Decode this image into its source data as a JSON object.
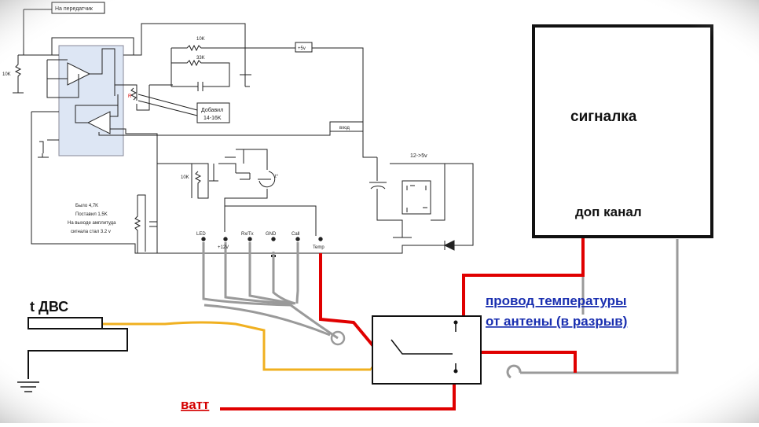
{
  "labels": {
    "transmitter": "На передатчик",
    "r_left": "10K",
    "r_top1": "10K",
    "r_top2": "33K",
    "v5_box": "+5v",
    "r_small": "R",
    "added_line1": "Добавил",
    "added_line2": "14-16K",
    "input": "вход",
    "reg": "12->5v",
    "r_mid": "10K",
    "t_mark": "t°",
    "note_line1": "Было 4,7K",
    "note_line2": "Поставил 1,5K",
    "note_line3": "На выходе амплитуда",
    "note_line4": "сигнала стал 3.2 v",
    "pin_led": "LED",
    "pin_12v": "+12V",
    "pin_rxtx": "Rx/Tx",
    "pin_gnd": "GND",
    "pin_call": "Call",
    "pin_temp": "Temp"
  },
  "alarm": {
    "title": "сигналка",
    "aux": "доп канал"
  },
  "engine_sensor": "t ДВС",
  "temp_wire_line1": "провод температуры",
  "temp_wire_line2": "от антены (в разрыв)",
  "battery": "ватт",
  "colors": {
    "red_wire": "#e00000",
    "yellow_wire": "#f0b020",
    "grey_wire": "#999999",
    "blue_text": "#1a2fb0",
    "ic_fill": "#dde6f4"
  }
}
